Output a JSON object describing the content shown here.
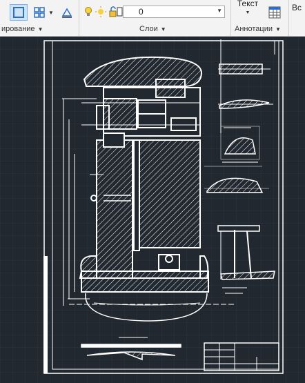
{
  "ribbon": {
    "panels": {
      "modify_title": "ирование",
      "layers_title": "Слои",
      "annotation_title": "Аннотации",
      "partial_right": "Вс"
    },
    "layer_combo_value": "0",
    "text_button_label": "Текст"
  },
  "drawing": {
    "title_block_label": "",
    "colors": {
      "background": "#212830",
      "lines": "#ffffff",
      "grid": "#2b333d"
    }
  }
}
